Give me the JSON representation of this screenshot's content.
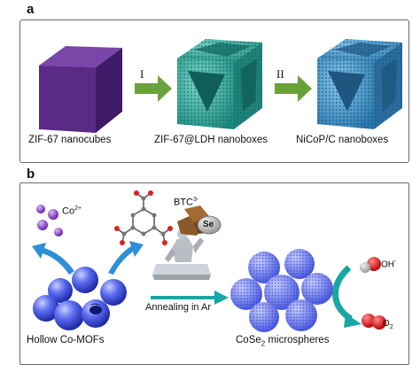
{
  "panel_a": {
    "label": "a",
    "step_1": "I",
    "step_2": "II",
    "captions": [
      "ZIF-67 nanocubes",
      "ZIF-67@LDH nanoboxes",
      "NiCoP/C nanoboxes"
    ]
  },
  "panel_b": {
    "label": "b",
    "cobalt_ion": "Co",
    "cobalt_charge": "2+",
    "linker": "BTC",
    "linker_charge": "3-",
    "se_label": "Se",
    "process": "Annealing in Ar",
    "precursor": "Hollow Co-MOFs",
    "product_prefix": "CoSe",
    "product_sub": "2",
    "product_suffix": " microspheres",
    "hydroxide": "OH",
    "hydroxide_charge": "-",
    "oxygen": "O",
    "oxygen_sub": "2"
  },
  "colors": {
    "cube": "#5b2a86",
    "ldh": "#2aa59a",
    "nicop": "#3a8fc4",
    "sphere": "#4a5ee0",
    "arrow_green": "#6aa23a",
    "arrow_blue": "#2e8fd8",
    "arrow_teal": "#1aa6a6"
  }
}
